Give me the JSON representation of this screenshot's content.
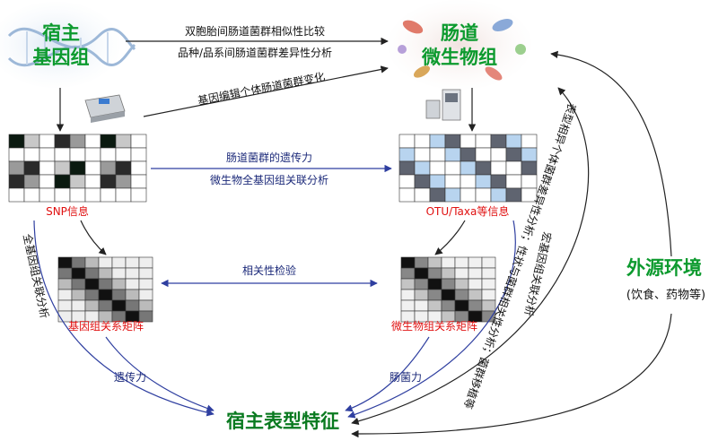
{
  "nodes": {
    "host_genome": [
      "宿主",
      "基因组"
    ],
    "gut_microbiome": [
      "肠道",
      "微生物组"
    ],
    "host_phenotype": "宿主表型特征",
    "env_title": "外源环境",
    "env_sub": "(饮食、药物等)"
  },
  "captions": {
    "snp": "SNP信息",
    "otu": "OTU/Taxa等信息",
    "genome_matrix": "基因组关系矩阵",
    "microbe_matrix": "微生物组关系矩阵"
  },
  "edges": {
    "twin_compare": "双胞胎间肠道菌群相似性比较",
    "breed_compare": "品种/品系间肠道菌群差异性分析",
    "gene_edit": "基因编辑个体肠道菌群变化",
    "heritability": "肠道菌群的遗传力",
    "mgwas": "微生物全基因组关联分析",
    "correlation_test": "相关性检验",
    "gwas": "全基因组关联分析",
    "mwas": "宏基因组关联分析",
    "heritability_pheno": "遗传力",
    "microbiability": "肠菌力",
    "phenotype_diff": "表型相异个体菌群差异性分析；性状与菌群相关性分析；菌群移植等"
  },
  "colors": {
    "blue_text": "#1c2a7a",
    "green": "#0c9a2e",
    "dark_green": "#0a7a20",
    "red": "#e01010",
    "arrow": "#2f3fa0"
  }
}
